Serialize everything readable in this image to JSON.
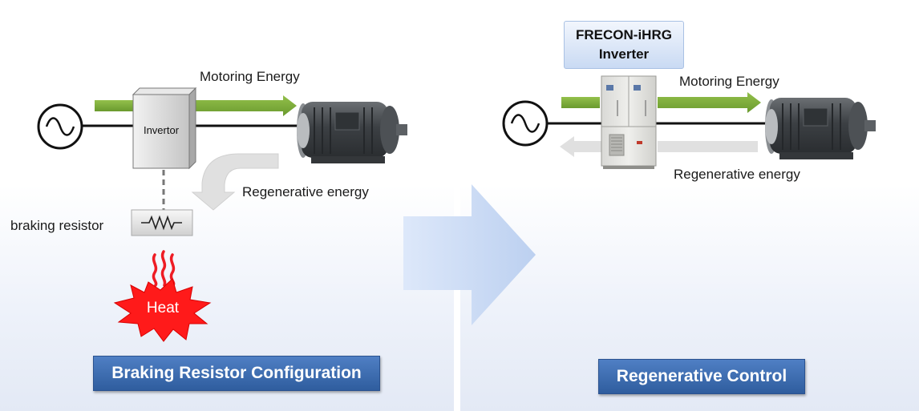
{
  "left": {
    "motoring_label": "Motoring Energy",
    "invertor_label": "Invertor",
    "regen_label": "Regenerative energy",
    "resistor_label": "braking resistor",
    "heat_label": "Heat",
    "title": "Braking Resistor Configuration"
  },
  "right": {
    "inverter_line1": "FRECON-iHRG",
    "inverter_line2": "Inverter",
    "motoring_label": "Motoring Energy",
    "regen_label": "Regenerative energy",
    "title": "Regenerative Control"
  },
  "colors": {
    "motoring_arrow": "#7aa63a",
    "regen_arrow": "#d9d9d9",
    "title_box": "#3466aa",
    "heat_burst": "#ff1a1a",
    "big_arrow": "#c7d8f3"
  },
  "icons": [
    "ac-source-icon",
    "motor-icon",
    "resistor-icon",
    "heat-waves-icon",
    "heat-burst-icon",
    "inverter-cabinet-icon",
    "transition-arrow-icon"
  ]
}
